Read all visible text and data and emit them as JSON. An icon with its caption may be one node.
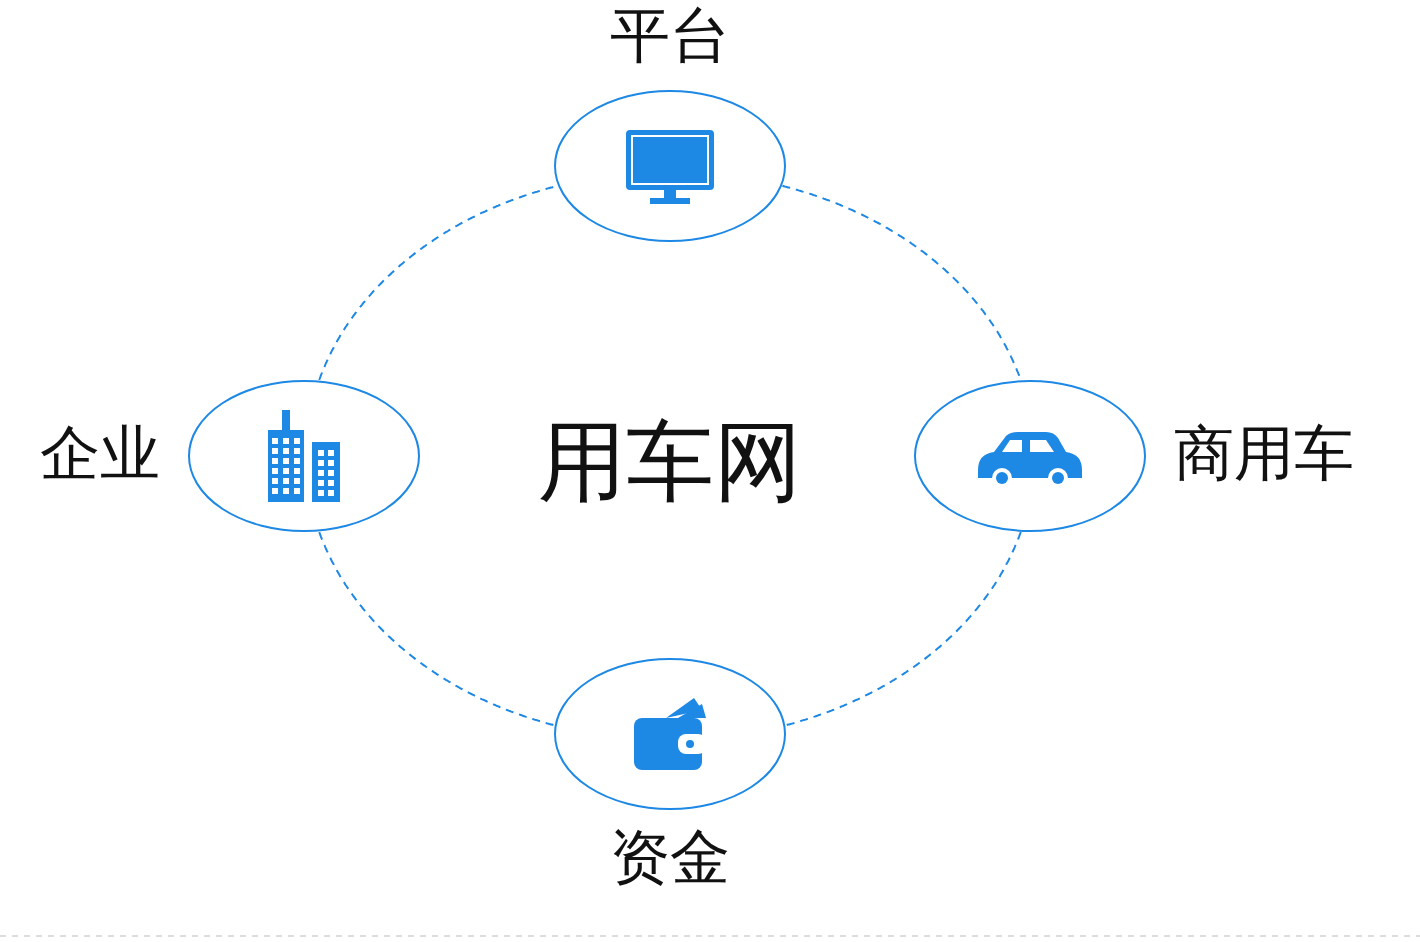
{
  "diagram": {
    "title": "用车网",
    "nodes": [
      {
        "text": [
          "平台"
        ]
      },
      {
        "text": [
          "企业"
        ]
      },
      {
        "text": [
          "商用车"
        ]
      },
      {
        "text": [
          "资金"
        ]
      }
    ],
    "edges": [
      {
        "from": 0,
        "to": 2,
        "arrow": "none",
        "style": "dashed"
      },
      {
        "from": 2,
        "to": 3,
        "arrow": "none",
        "style": "dashed"
      },
      {
        "from": 3,
        "to": 1,
        "arrow": "none",
        "style": "dashed"
      },
      {
        "from": 1,
        "to": 0,
        "arrow": "none",
        "style": "dashed"
      }
    ]
  }
}
